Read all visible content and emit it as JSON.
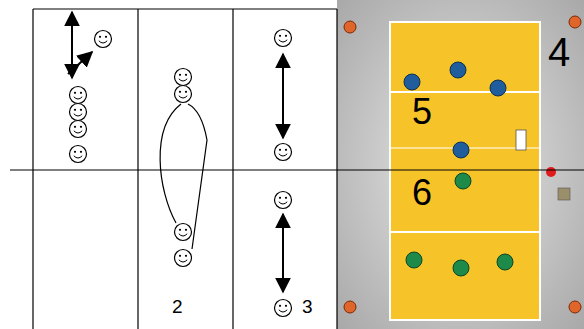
{
  "diagram": {
    "labels": [
      "4",
      "5",
      "6",
      "2",
      "3"
    ]
  }
}
